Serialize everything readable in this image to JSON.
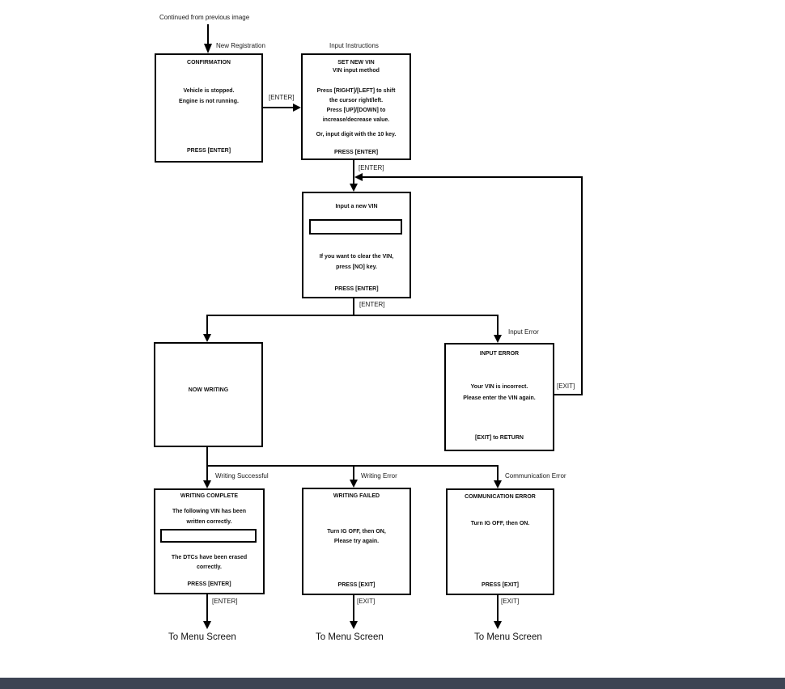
{
  "colors": {
    "ink": "#000000",
    "footer_bar": "#3d4453"
  },
  "annotations": {
    "entry": "Continued from previous image",
    "tag_new_registration": "New Registration",
    "tag_input_instructions": "Input Instructions",
    "tag_input_error": "Input Error",
    "tag_writing_successful": "Writing Successful",
    "tag_writing_error": "Writing Error",
    "tag_communication_error": "Communication Error",
    "key_enter": "[ENTER]",
    "key_exit": "[EXIT]",
    "to_menu": "To Menu Screen"
  },
  "boxes": {
    "confirmation": {
      "title": "CONFIRMATION",
      "lines": [
        "Vehicle is stopped.",
        "Engine is not running."
      ],
      "footer": "PRESS [ENTER]"
    },
    "set_new_vin": {
      "title": "SET NEW VIN",
      "subtitle": "VIN input method",
      "lines": [
        "Press [RIGHT]/[LEFT] to shift",
        "the cursor right/left.",
        "Press [UP]/[DOWN] to",
        "increase/decrease value.",
        "Or, input digit with the 10 key."
      ],
      "footer": "PRESS [ENTER]"
    },
    "input_new_vin": {
      "title": "Input a new VIN",
      "vin_field_value": "",
      "lines": [
        "If you want to clear the VIN,",
        "press [NO] key."
      ],
      "footer": "PRESS [ENTER]"
    },
    "now_writing": {
      "title": "NOW WRITING"
    },
    "input_error": {
      "title": "INPUT ERROR",
      "lines": [
        "Your VIN is incorrect.",
        "Please enter the VIN again."
      ],
      "footer": "[EXIT] to RETURN"
    },
    "writing_complete": {
      "title": "WRITING COMPLETE",
      "lines": [
        "The following VIN has been",
        "written correctly."
      ],
      "vin_field_value": "",
      "lines2": [
        "The DTCs have been erased",
        "correctly."
      ],
      "footer": "PRESS [ENTER]"
    },
    "writing_failed": {
      "title": "WRITING FAILED",
      "lines": [
        "Turn IG OFF, then ON,",
        "Please try again."
      ],
      "footer": "PRESS [EXIT]"
    },
    "communication_error": {
      "title": "COMMUNICATION ERROR",
      "lines": [
        "Turn IG OFF, then ON."
      ],
      "footer": "PRESS [EXIT]"
    }
  }
}
